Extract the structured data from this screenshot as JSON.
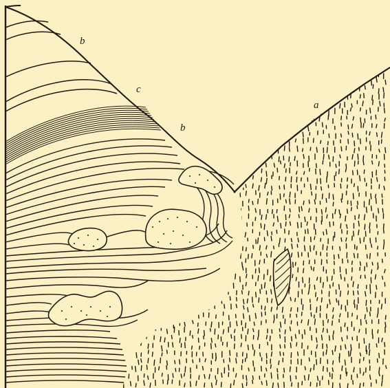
{
  "figure": {
    "background": "#fbf1c4",
    "ink": "#1e1a12",
    "labels": {
      "a": "a",
      "b_upper": "b",
      "b_lower": "b",
      "c": "c"
    }
  }
}
